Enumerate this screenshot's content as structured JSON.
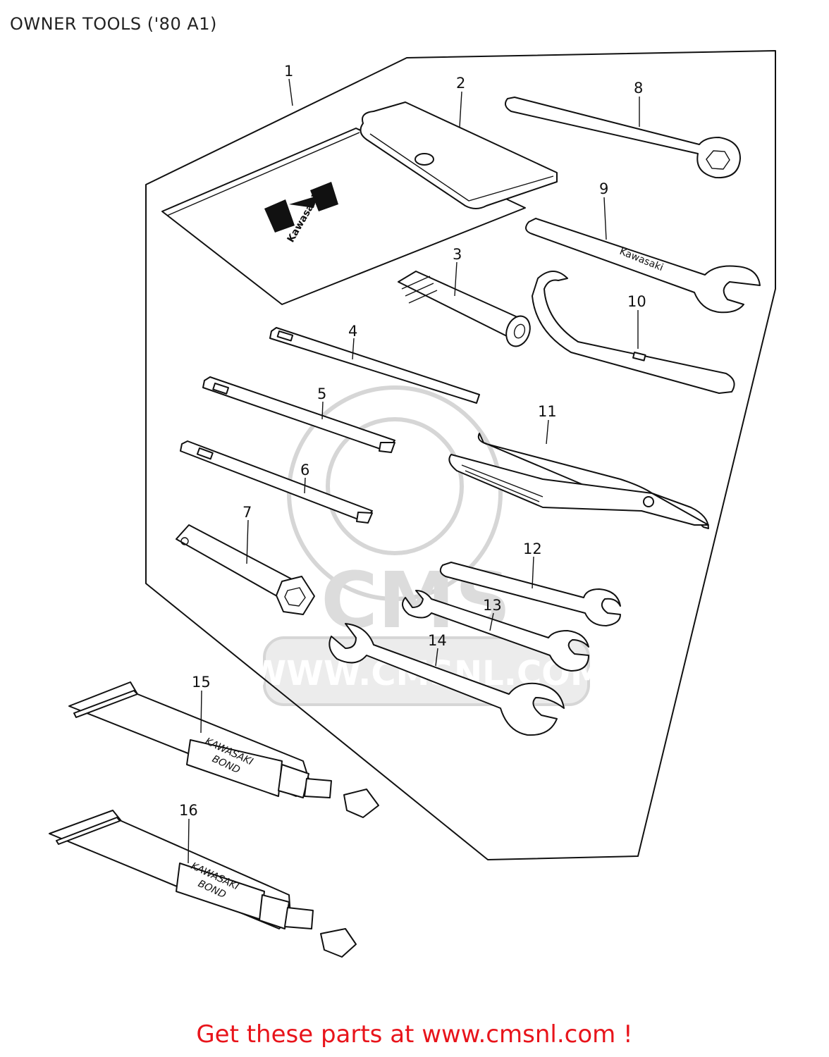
{
  "page": {
    "title": "OWNER TOOLS ('80 A1)",
    "footer_prefix": "Get these parts at ",
    "footer_link": "www.cmsnl.com",
    "footer_suffix": " !",
    "colors": {
      "footer_text": "#e8141b",
      "line_art": "#111111",
      "watermark": "#d6d6d6"
    }
  },
  "watermark": {
    "logo_text": "CMS",
    "url_text": "WWW.CMSNL.COM"
  },
  "brand_marks": {
    "pouch_logo": "Kawasaki",
    "wrench_9_logo": "Kawasaki",
    "tube_text_line1": "KAWASAKI",
    "tube_text_line2": "BOND"
  },
  "parts": [
    {
      "ref": "1",
      "part": "tool-bag"
    },
    {
      "ref": "2",
      "part": "tool-pouch"
    },
    {
      "ref": "3",
      "part": "screwdriver-handle"
    },
    {
      "ref": "4",
      "part": "screwdriver-blade"
    },
    {
      "ref": "5",
      "part": "screwdriver-phillips-1"
    },
    {
      "ref": "6",
      "part": "screwdriver-phillips-2"
    },
    {
      "ref": "7",
      "part": "plug-wrench"
    },
    {
      "ref": "8",
      "part": "box-wrench"
    },
    {
      "ref": "9",
      "part": "open-end-wrench"
    },
    {
      "ref": "10",
      "part": "hook-spanner"
    },
    {
      "ref": "11",
      "part": "pliers"
    },
    {
      "ref": "12",
      "part": "open-wrench-small"
    },
    {
      "ref": "13",
      "part": "open-wrench-medium"
    },
    {
      "ref": "14",
      "part": "open-wrench-large"
    },
    {
      "ref": "15",
      "part": "bond-tube-1"
    },
    {
      "ref": "16",
      "part": "bond-tube-2"
    }
  ]
}
